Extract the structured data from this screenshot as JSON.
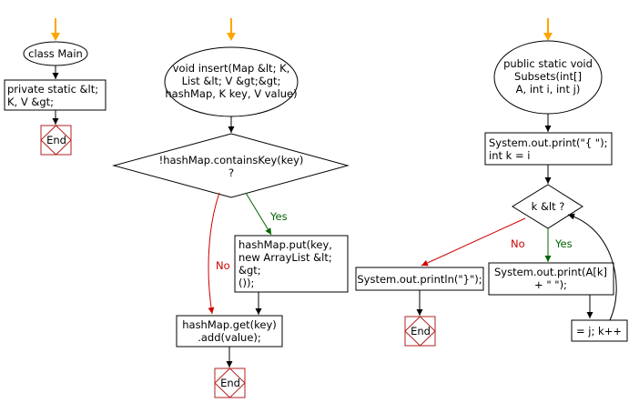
{
  "colors": {
    "start_arrow": "#ffa500",
    "no_branch": "#cc0000",
    "yes_branch": "#006400",
    "end_border": "#b22222",
    "outline": "#000000"
  },
  "flow1": {
    "start": "class Main",
    "box_line1": "private static &lt;",
    "box_line2": "K, V &gt;",
    "end": "End"
  },
  "flow2": {
    "start_line1": "void insert(Map &lt; K,",
    "start_line2": "List &lt; V &gt;&gt;",
    "start_line3": "hashMap, K key, V value)",
    "decision_line1": "!hashMap.containsKey(key)",
    "decision_line2": "?",
    "yes": "Yes",
    "no": "No",
    "put_line1": "hashMap.put(key,",
    "put_line2": "new ArrayList &lt;",
    "put_line3": "&gt;",
    "put_line4": "());",
    "get_line1": "hashMap.get(key)",
    "get_line2": ".add(value);",
    "end": "End"
  },
  "flow3": {
    "start_line1": "public static void",
    "start_line2": "Subsets(int[]",
    "start_line3": "A, int i, int j)",
    "print_line1": "System.out.print(\"{ \");",
    "print_line2": "int k = i",
    "decision": "k &lt ?",
    "yes": "Yes",
    "no": "No",
    "println": "System.out.println(\"}\");",
    "printk_line1": "System.out.print(A[k]",
    "printk_line2": "+ \" \");",
    "incr": "= j; k++",
    "end": "End"
  }
}
